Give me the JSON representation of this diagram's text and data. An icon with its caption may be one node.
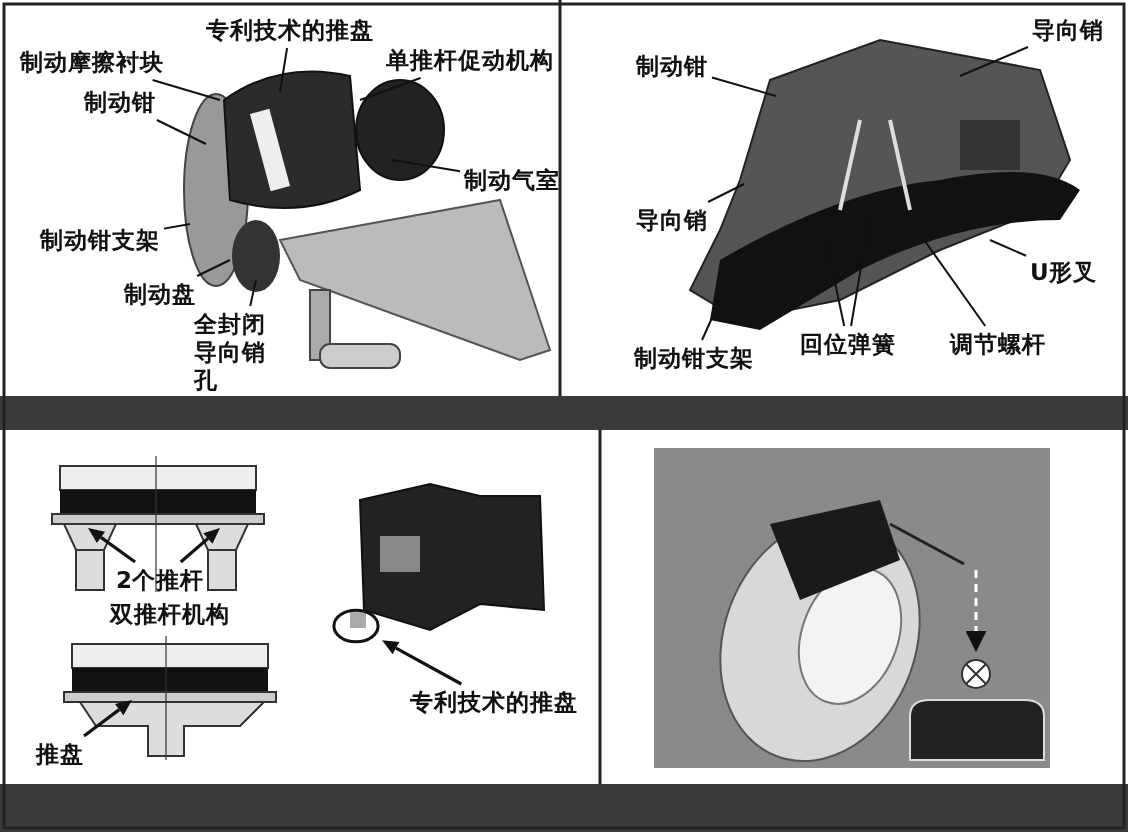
{
  "diagram": {
    "nodes": [
      {
        "text": [
          "专利技术的推盘"
        ]
      },
      {
        "text": [
          "制动摩擦衬块"
        ]
      },
      {
        "text": [
          "单推杆促动机构"
        ]
      },
      {
        "text": [
          "制动钳"
        ]
      },
      {
        "text": [
          "制动气室"
        ]
      },
      {
        "text": [
          "制动钳支架"
        ]
      },
      {
        "text": [
          "制动盘"
        ]
      },
      {
        "text": [
          "全封闭导向销孔"
        ]
      },
      {
        "text": [
          "制动钳"
        ]
      },
      {
        "text": [
          "导向销"
        ]
      },
      {
        "text": [
          "导向销"
        ]
      },
      {
        "text": [
          "U形叉"
        ]
      },
      {
        "text": [
          "制动钳支架"
        ]
      },
      {
        "text": [
          "回位弹簧"
        ]
      },
      {
        "text": [
          "调节螺杆"
        ]
      },
      {
        "text": [
          "2个推杆"
        ]
      },
      {
        "text": [
          "推盘"
        ]
      },
      {
        "text": [],
        "shape": "circle"
      },
      {
        "text": [
          "专利技术的推盘"
        ]
      }
    ],
    "edges": [
      {
        "from": 0,
        "to": null,
        "arrow": "none"
      },
      {
        "from": 1,
        "to": null,
        "arrow": "none"
      },
      {
        "from": 2,
        "to": null,
        "arrow": "none"
      },
      {
        "from": 3,
        "to": null,
        "arrow": "none"
      },
      {
        "from": 4,
        "to": null,
        "arrow": "none"
      },
      {
        "from": 5,
        "to": null,
        "arrow": "none"
      },
      {
        "from": 6,
        "to": null,
        "arrow": "none"
      },
      {
        "from": 7,
        "to": null,
        "arrow": "none"
      },
      {
        "from": 8,
        "to": null,
        "arrow": "none"
      },
      {
        "from": 9,
        "to": null,
        "arrow": "none"
      },
      {
        "from": 10,
        "to": null,
        "arrow": "none"
      },
      {
        "from": 11,
        "to": null,
        "arrow": "none"
      },
      {
        "from": 12,
        "to": null,
        "arrow": "none"
      },
      {
        "from": 13,
        "to": null,
        "arrow": "none"
      },
      {
        "from": 13,
        "to": null,
        "arrow": "none"
      },
      {
        "from": 14,
        "to": null,
        "arrow": "none"
      },
      {
        "from": 15,
        "to": null,
        "arrow": "to"
      },
      {
        "from": 15,
        "to": null,
        "arrow": "to"
      },
      {
        "from": 16,
        "to": null,
        "arrow": "to"
      },
      {
        "from": 18,
        "to": 17,
        "arrow": "to"
      }
    ],
    "labels": [
      "双推杆机构"
    ]
  }
}
